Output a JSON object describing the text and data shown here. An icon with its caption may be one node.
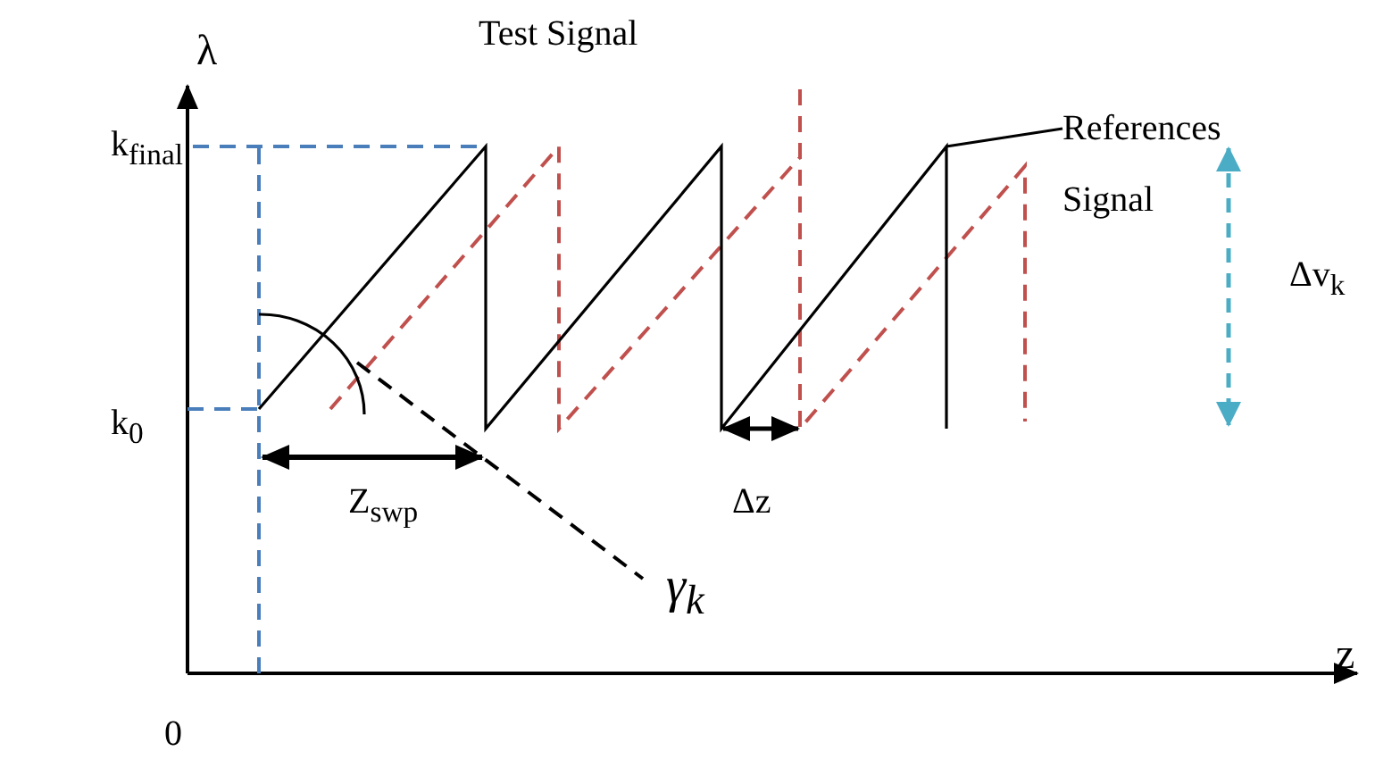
{
  "diagram": {
    "nodes": [
      {
        "text": [
          "References Signal"
        ]
      },
      {
        "text": [],
        "shape": "line"
      }
    ],
    "edges": [
      {
        "from": 0,
        "to": 1,
        "arrow": "none"
      }
    ],
    "labels": [
      "λ",
      "Test Signal",
      "k$_{final}$",
      "k$_{0}$",
      "Δv$_{k}$",
      "Δz",
      "Z$_{swp}$",
      "γ$_{k}$",
      "0",
      "z"
    ]
  }
}
